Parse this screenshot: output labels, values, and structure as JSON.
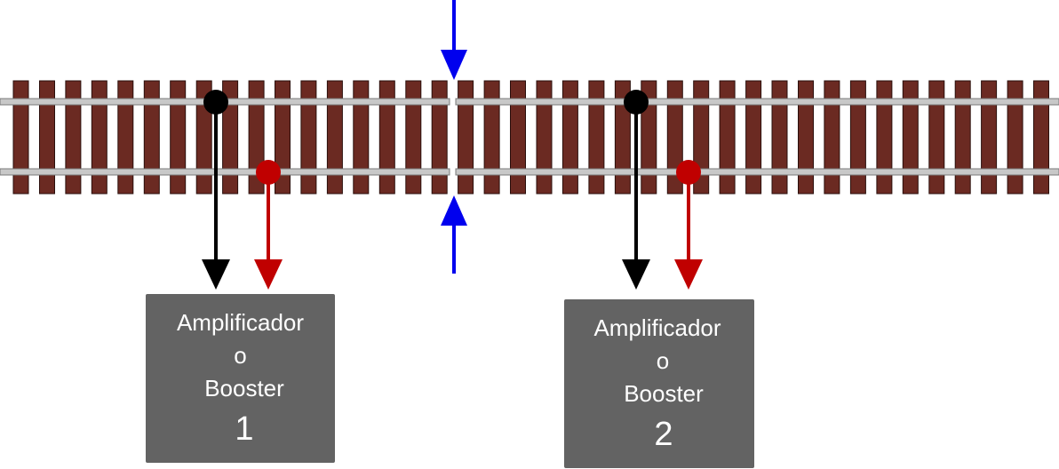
{
  "colors": {
    "tie": "#6b2a22",
    "tie_stroke": "#2a0f0c",
    "rail": "#c8c8c8",
    "rail_stroke": "#7a7a7a",
    "wire_black": "#000000",
    "wire_red": "#c00000",
    "gap_arrow": "#0000ee",
    "box": "#636363",
    "box_text": "#ffffff"
  },
  "boosters": [
    {
      "line1": "Amplificador",
      "line2": "o",
      "line3": "Booster",
      "number": "1"
    },
    {
      "line1": "Amplificador",
      "line2": "o",
      "line3": "Booster",
      "number": "2"
    }
  ],
  "icons": {
    "gap_top": "arrow-down-icon",
    "gap_bottom": "arrow-up-icon"
  }
}
